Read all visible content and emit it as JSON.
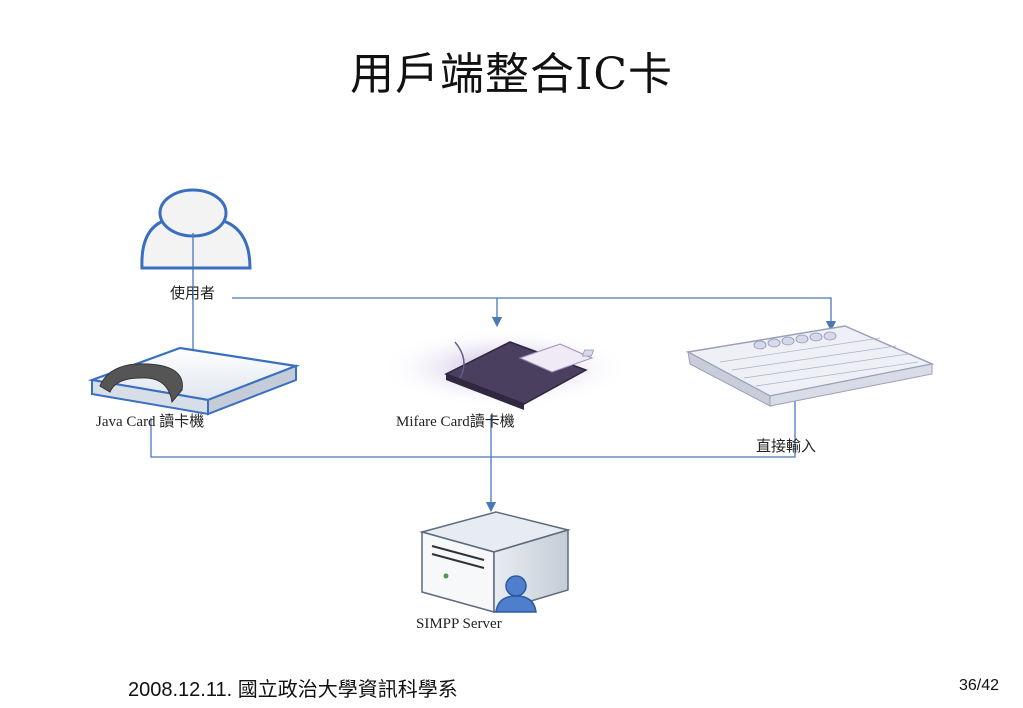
{
  "slide": {
    "title": "用戶端整合IC卡",
    "footer": "2008.12.11. 國立政治大學資訊科學系",
    "page_number": "36/42"
  },
  "diagram": {
    "user_label": "使用者",
    "java_card_label": "Java Card 讀卡機",
    "mifare_label": "Mifare Card讀卡機",
    "keyboard_label": "直接輸入",
    "server_label": "SIMPP Server"
  },
  "colors": {
    "connector": "#4a78b8",
    "accent_blue": "#3a6fc0",
    "person_fill": "#f3f3f3"
  }
}
